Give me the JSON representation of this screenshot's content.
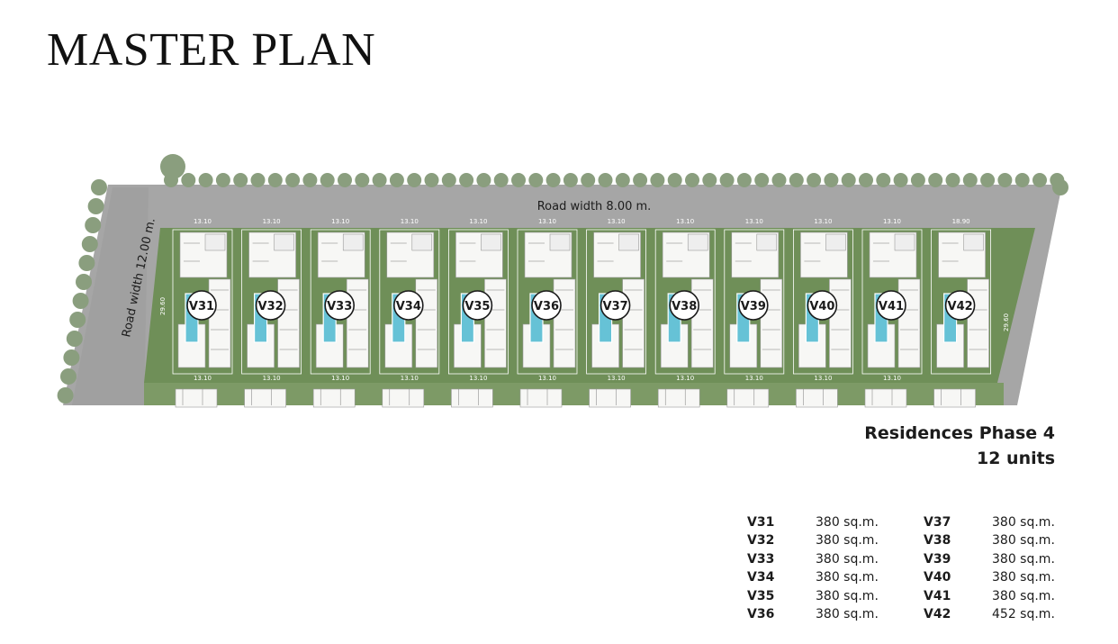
{
  "page": {
    "title": "MASTER PLAN"
  },
  "plan": {
    "road_top_label": "Road width 8.00 m.",
    "road_left_label": "Road width 12.00 m.",
    "plot_width_labels": [
      "13.10",
      "13.10",
      "13.10",
      "13.10",
      "13.10",
      "13.10",
      "13.10",
      "13.10",
      "13.10",
      "13.10",
      "13.10",
      "18.90"
    ],
    "plot_depth_left": "29.60",
    "plot_depth_right": "29.60",
    "villas": [
      "V31",
      "V32",
      "V33",
      "V34",
      "V35",
      "V36",
      "V37",
      "V38",
      "V39",
      "V40",
      "V41",
      "V42"
    ],
    "colors": {
      "road": "#a6a6a6",
      "lawn": "#6f8f58",
      "pool": "#66c2d6",
      "tree": "#8a9e7e",
      "house": "#f7f7f5"
    }
  },
  "phase": {
    "name": "Residences Phase 4",
    "units": "12 units"
  },
  "units_table": [
    {
      "id": "V31",
      "area": "380 sq.m."
    },
    {
      "id": "V32",
      "area": "380 sq.m."
    },
    {
      "id": "V33",
      "area": "380 sq.m."
    },
    {
      "id": "V34",
      "area": "380 sq.m."
    },
    {
      "id": "V35",
      "area": "380 sq.m."
    },
    {
      "id": "V36",
      "area": "380 sq.m."
    },
    {
      "id": "V37",
      "area": "380 sq.m."
    },
    {
      "id": "V38",
      "area": "380 sq.m."
    },
    {
      "id": "V39",
      "area": "380 sq.m."
    },
    {
      "id": "V40",
      "area": "380 sq.m."
    },
    {
      "id": "V41",
      "area": "380 sq.m."
    },
    {
      "id": "V42",
      "area": "452 sq.m."
    }
  ]
}
